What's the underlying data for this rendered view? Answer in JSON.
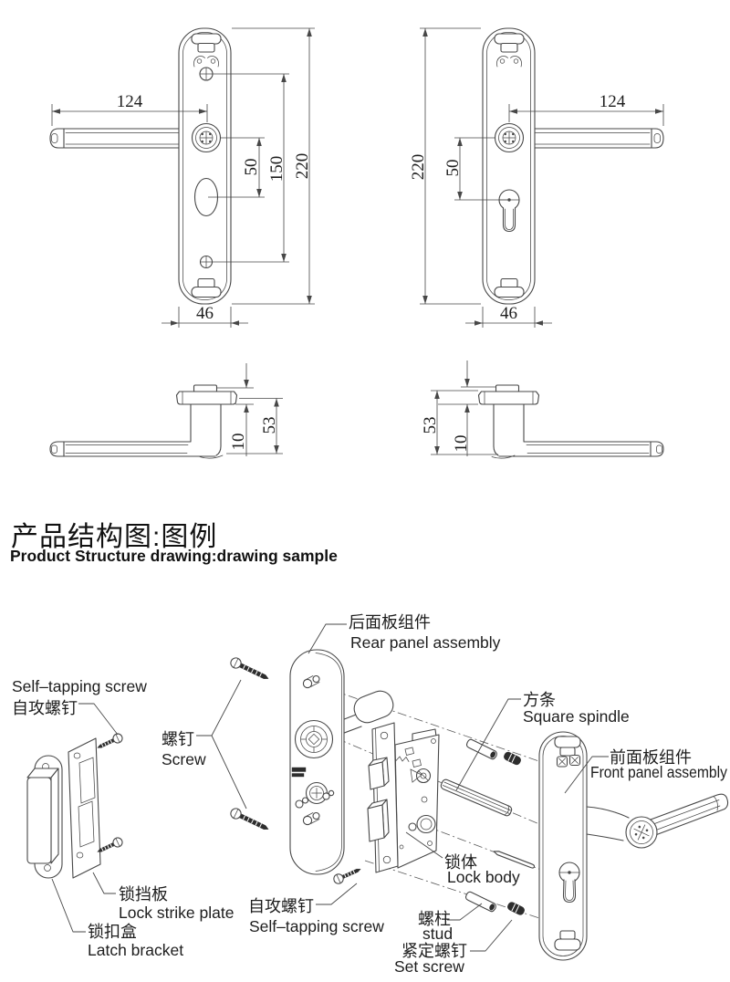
{
  "title": {
    "zh": "产品结构图:图例",
    "en": "Product Structure drawing:drawing sample"
  },
  "dimensions": {
    "handle_length": "124",
    "handle_to_cylinder": "50",
    "screw_spacing": "150",
    "plate_height": "220",
    "plate_width": "46",
    "handle_height": "53",
    "base_thickness": "10"
  },
  "parts": {
    "rear_panel": {
      "zh": "后面板组件",
      "en": "Rear panel assembly"
    },
    "self_tapping_screw": {
      "zh": "自攻螺钉",
      "en": "Self–tapping screw"
    },
    "screw": {
      "zh": "螺钉",
      "en": "Screw"
    },
    "square_spindle": {
      "zh": "方条",
      "en": "Square spindle"
    },
    "front_panel": {
      "zh": "前面板组件",
      "en": "Front panel assembly"
    },
    "lock_strike_plate": {
      "zh": "锁挡板",
      "en": "Lock strike plate"
    },
    "latch_bracket": {
      "zh": "锁扣盒",
      "en": "Latch bracket"
    },
    "lock_body": {
      "zh": "锁体",
      "en": "Lock body"
    },
    "stud": {
      "zh": "螺柱",
      "en": "stud"
    },
    "set_screw": {
      "zh": "紧定螺钉",
      "en": "Set screw"
    }
  }
}
